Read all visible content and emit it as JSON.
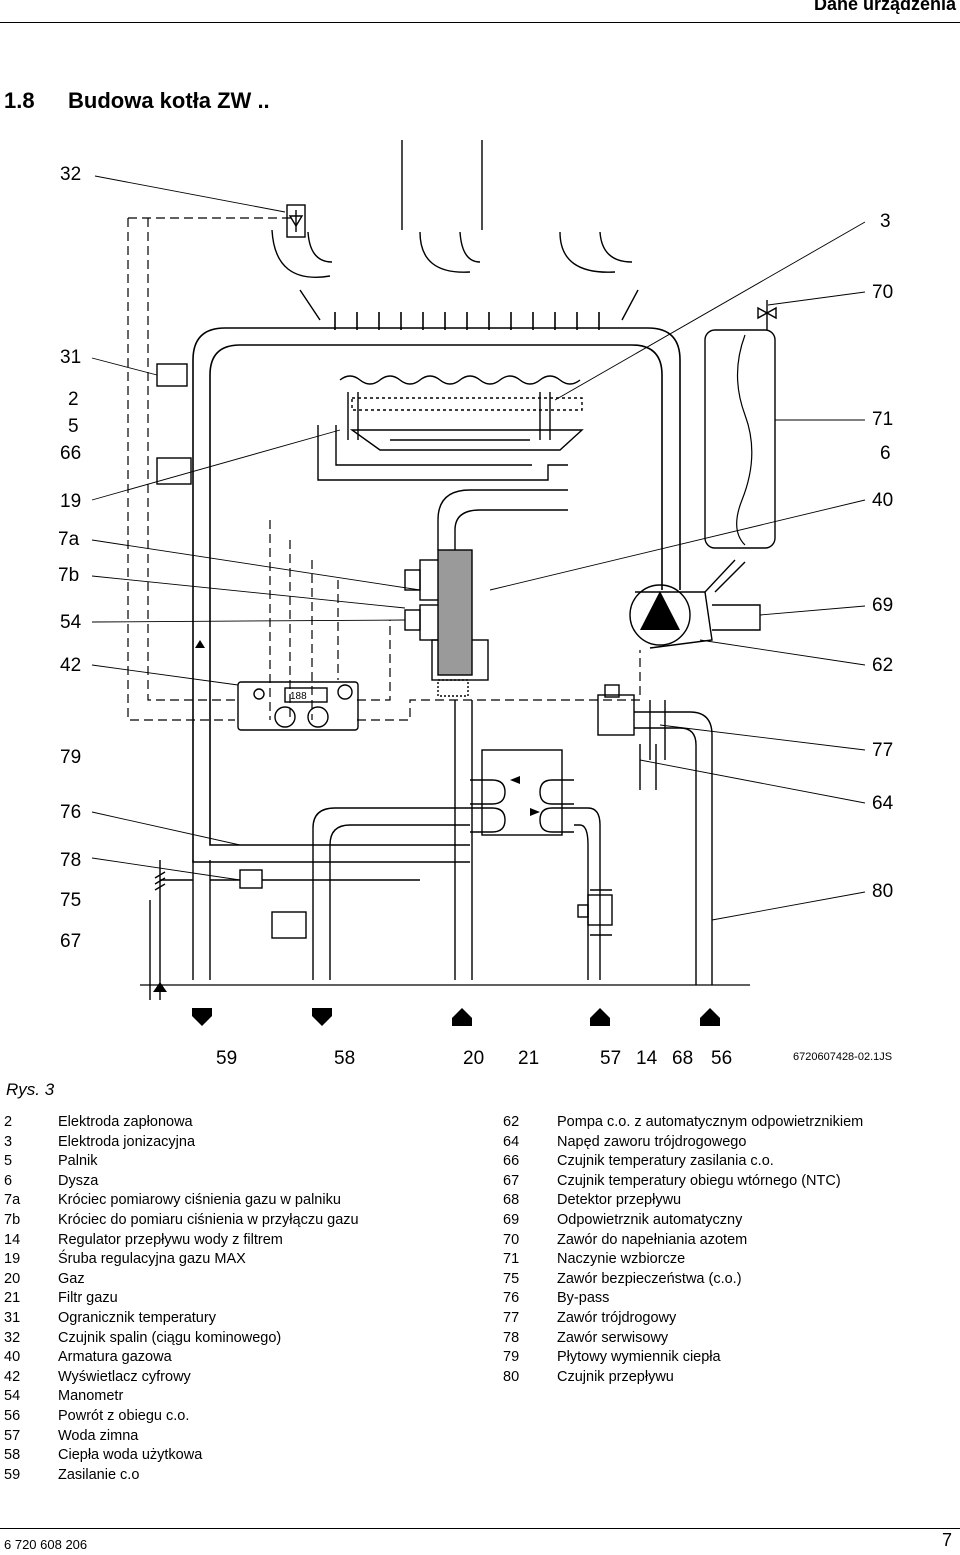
{
  "header": {
    "section": "Dane urządzenia"
  },
  "title": {
    "number": "1.8",
    "text": "Budowa kotła ZW .."
  },
  "figure": {
    "label": "Rys. 3",
    "ref": "6720607428-02.1JS"
  },
  "callouts_left": [
    "32",
    "31",
    "2",
    "5",
    "66",
    "19",
    "7a",
    "7b",
    "54",
    "42",
    "79",
    "76",
    "78",
    "75",
    "67"
  ],
  "callouts_right": [
    "3",
    "70",
    "71",
    "6",
    "40",
    "69",
    "62",
    "77",
    "64",
    "80"
  ],
  "callouts_bottom": [
    "59",
    "58",
    "20",
    "21",
    "57",
    "14",
    "68",
    "56"
  ],
  "display_text": "188",
  "legend_left": [
    {
      "key": "2",
      "text": "Elektroda zapłonowa"
    },
    {
      "key": "3",
      "text": "Elektroda jonizacyjna"
    },
    {
      "key": "5",
      "text": "Palnik"
    },
    {
      "key": "6",
      "text": "Dysza"
    },
    {
      "key": "7a",
      "text": "Króciec pomiarowy ciśnienia gazu w palniku"
    },
    {
      "key": "7b",
      "text": "Króciec do pomiaru ciśnienia w przyłączu gazu"
    },
    {
      "key": "14",
      "text": "Regulator przepływu wody z filtrem"
    },
    {
      "key": "19",
      "text": "Śruba regulacyjna gazu MAX"
    },
    {
      "key": "20",
      "text": "Gaz"
    },
    {
      "key": "21",
      "text": "Filtr gazu"
    },
    {
      "key": "31",
      "text": "Ogranicznik temperatury"
    },
    {
      "key": "32",
      "text": "Czujnik spalin (ciągu kominowego)"
    },
    {
      "key": "40",
      "text": "Armatura gazowa"
    },
    {
      "key": "42",
      "text": "Wyświetlacz cyfrowy"
    },
    {
      "key": "54",
      "text": "Manometr"
    },
    {
      "key": "56",
      "text": "Powrót z obiegu c.o."
    },
    {
      "key": "57",
      "text": "Woda zimna"
    },
    {
      "key": "58",
      "text": "Ciepła woda użytkowa"
    },
    {
      "key": "59",
      "text": "Zasilanie c.o"
    }
  ],
  "legend_right": [
    {
      "key": "62",
      "text": "Pompa c.o. z automatycznym odpowietrznikiem"
    },
    {
      "key": "64",
      "text": "Napęd zaworu trójdrogowego"
    },
    {
      "key": "66",
      "text": "Czujnik temperatury zasilania c.o."
    },
    {
      "key": "67",
      "text": "Czujnik temperatury obiegu wtórnego (NTC)"
    },
    {
      "key": "68",
      "text": "Detektor przepływu"
    },
    {
      "key": "69",
      "text": "Odpowietrznik automatyczny"
    },
    {
      "key": "70",
      "text": "Zawór do napełniania azotem"
    },
    {
      "key": "71",
      "text": "Naczynie wzbiorcze"
    },
    {
      "key": "75",
      "text": "Zawór bezpieczeństwa (c.o.)"
    },
    {
      "key": "76",
      "text": "By-pass"
    },
    {
      "key": "77",
      "text": "Zawór trójdrogowy"
    },
    {
      "key": "78",
      "text": "Zawór serwisowy"
    },
    {
      "key": "79",
      "text": "Płytowy wymiennik ciepła"
    },
    {
      "key": "80",
      "text": "Czujnik przepływu"
    }
  ],
  "footer": {
    "doc_number": "6 720 608 206",
    "page": "7"
  }
}
